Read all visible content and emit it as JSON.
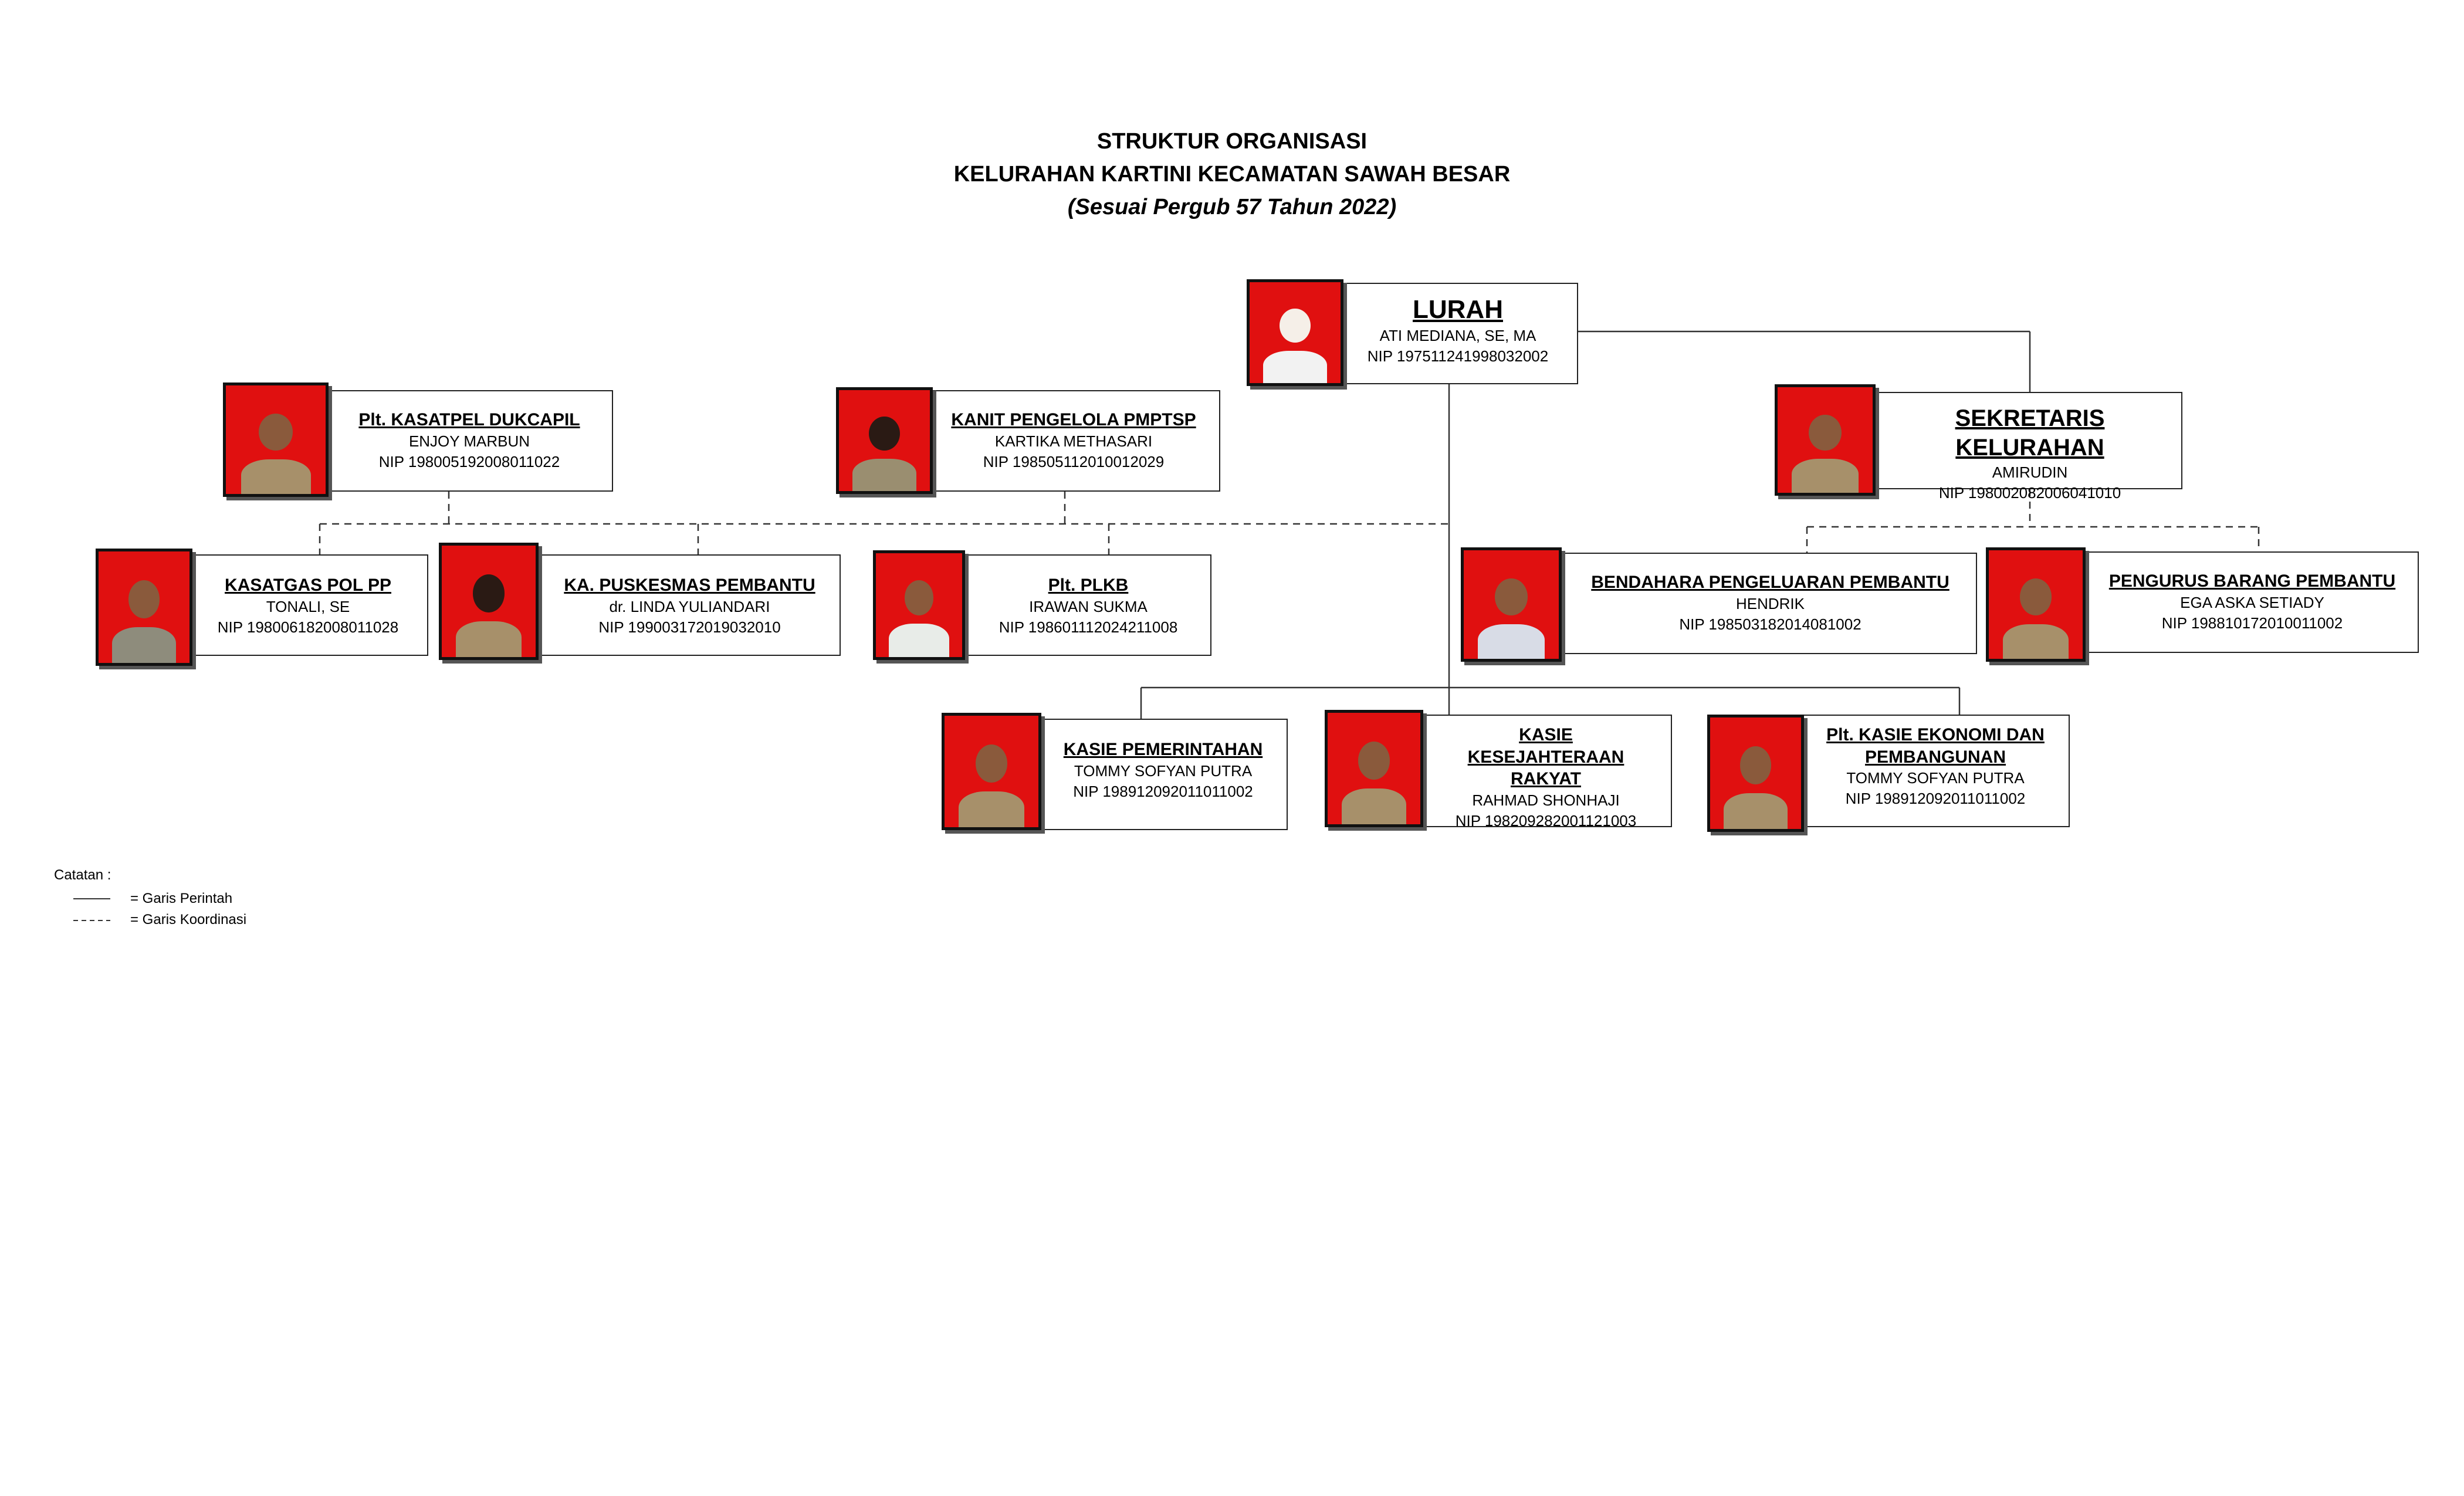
{
  "header": {
    "title_line1": "STRUKTUR ORGANISASI",
    "title_line2": "KELURAHAN KARTINI KECAMATAN SAWAH BESAR",
    "title_line3": "(Sesuai Pergub 57 Tahun 2022)"
  },
  "positions": {
    "lurah": {
      "role": "LURAH",
      "name": "ATI MEDIANA, SE, MA",
      "nip": "NIP 197511241998032002"
    },
    "kasatpel_dukcapil": {
      "role": "Plt. KASATPEL DUKCAPIL",
      "name": "ENJOY MARBUN",
      "nip": "NIP 198005192008011022"
    },
    "kanit_pmptsp": {
      "role": "KANIT PENGELOLA PMPTSP",
      "name": "KARTIKA METHASARI",
      "nip": "NIP 198505112010012029"
    },
    "sekretaris": {
      "role": "SEKRETARIS KELURAHAN",
      "name": "AMIRUDIN",
      "nip": "NIP 198002082006041010"
    },
    "kasatgas_polpp": {
      "role": "KASATGAS POL PP",
      "name": "TONALI, SE",
      "nip": "NIP 198006182008011028"
    },
    "puskesmas": {
      "role": "KA. PUSKESMAS PEMBANTU",
      "name": "dr. LINDA YULIANDARI",
      "nip": "NIP 199003172019032010"
    },
    "plkb": {
      "role": "Plt. PLKB",
      "name": "IRAWAN SUKMA",
      "nip": "NIP 198601112024211008"
    },
    "bendahara": {
      "role": "BENDAHARA PENGELUARAN PEMBANTU",
      "name": "HENDRIK",
      "nip": "NIP 198503182014081002"
    },
    "pengurus_barang": {
      "role": "PENGURUS BARANG PEMBANTU",
      "name": "EGA ASKA SETIADY",
      "nip": "NIP 198810172010011002"
    },
    "kasie_pemerintahan": {
      "role": "KASIE PEMERINTAHAN",
      "name": "TOMMY SOFYAN PUTRA",
      "nip": "NIP 198912092011011002"
    },
    "kasie_kesra": {
      "role": "KASIE KESEJAHTERAAN RAKYAT",
      "name": "RAHMAD SHONHAJI",
      "nip": "NIP 198209282001121003"
    },
    "kasie_ekbang": {
      "role": "Plt. KASIE EKONOMI DAN PEMBANGUNAN",
      "name": "TOMMY SOFYAN PUTRA",
      "nip": "NIP 198912092011011002"
    }
  },
  "legend": {
    "title": "Catatan :",
    "solid_label": "= Garis Perintah",
    "dashed_label": "= Garis Koordinasi"
  },
  "colors": {
    "photo_background": "#e01010",
    "line": "#333333"
  }
}
